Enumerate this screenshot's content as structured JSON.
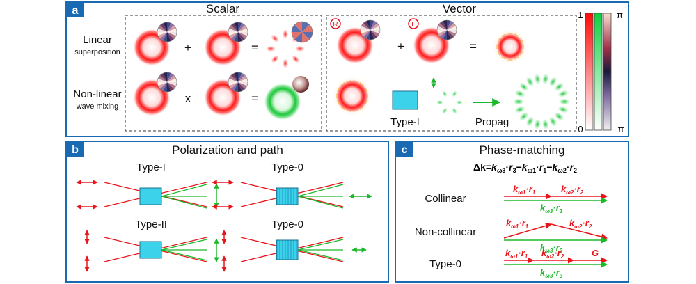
{
  "panel_a": {
    "label": "a",
    "scalar_title": "Scalar",
    "vector_title": "Vector",
    "row1_label": "Linear",
    "row1_sub": "superposition",
    "row2_label": "Non-linear",
    "row2_sub": "wave mixing",
    "op_plus": "+",
    "op_eq": "=",
    "op_times": "x",
    "circ_r": "R",
    "circ_l": "L",
    "type_label": "Type-I",
    "propag_label": "Propag",
    "scale_max": "1",
    "scale_min": "0",
    "phase_max": "π",
    "phase_min": "−π"
  },
  "panel_b": {
    "label": "b",
    "title": "Polarization and path",
    "types": [
      "Type-I",
      "Type-0",
      "Type-II",
      "Type-0"
    ]
  },
  "panel_c": {
    "label": "c",
    "title": "Phase-matching",
    "eq_prefix": "Δk=",
    "rows": [
      "Collinear",
      "Non-collinear",
      "Type-0"
    ],
    "k1": "k",
    "sub_w1": "ω1",
    "sub_w2": "ω2",
    "sub_w3": "ω3",
    "r1": "r",
    "G": "G"
  },
  "colors": {
    "frame": "#1a6ab3",
    "red": "#e8141b",
    "green": "#1db82b",
    "cyan": "#3cd3ea"
  }
}
